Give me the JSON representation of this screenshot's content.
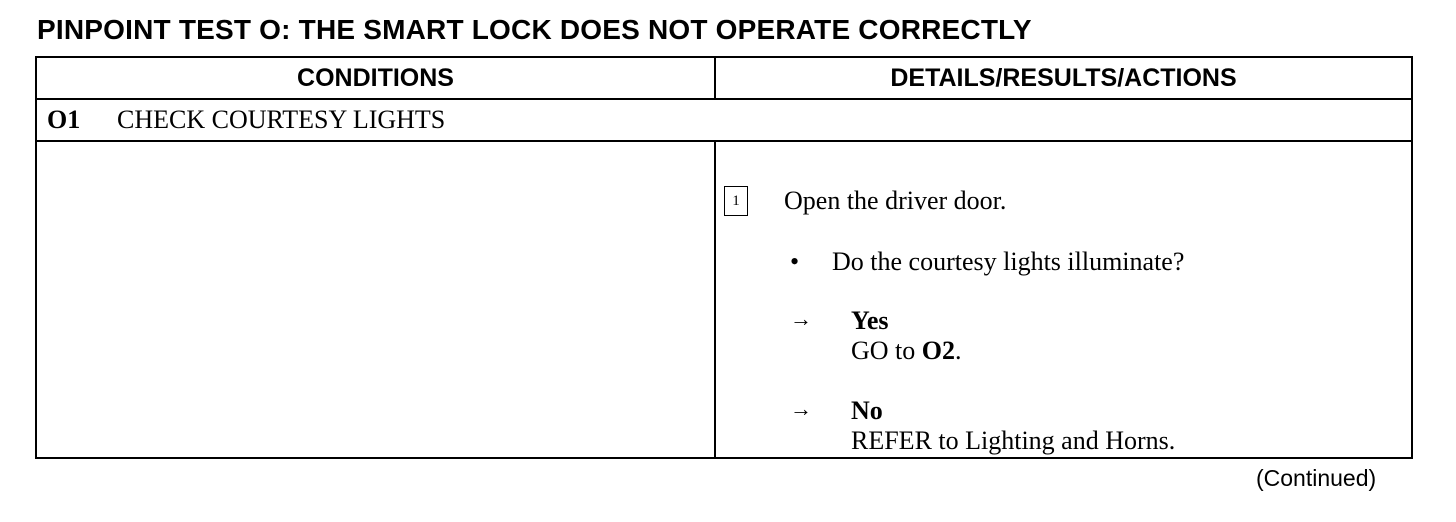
{
  "title": "PINPOINT TEST O: THE SMART LOCK DOES NOT OPERATE CORRECTLY",
  "table": {
    "headers": {
      "conditions": "CONDITIONS",
      "details": "DETAILS/RESULTS/ACTIONS"
    },
    "step": {
      "number": "O1",
      "title": "CHECK COURTESY LIGHTS"
    },
    "details": {
      "step_box": "1",
      "instruction": "Open the driver door.",
      "bullet": "•",
      "question": "Do the courtesy lights illuminate?",
      "arrow": "→",
      "answers": [
        {
          "label": "Yes",
          "action_prefix": "GO to ",
          "action_ref": "O2",
          "action_suffix": "."
        },
        {
          "label": "No",
          "action": "REFER to Lighting and Horns."
        }
      ]
    }
  },
  "footer": {
    "continued": "(Continued)"
  }
}
